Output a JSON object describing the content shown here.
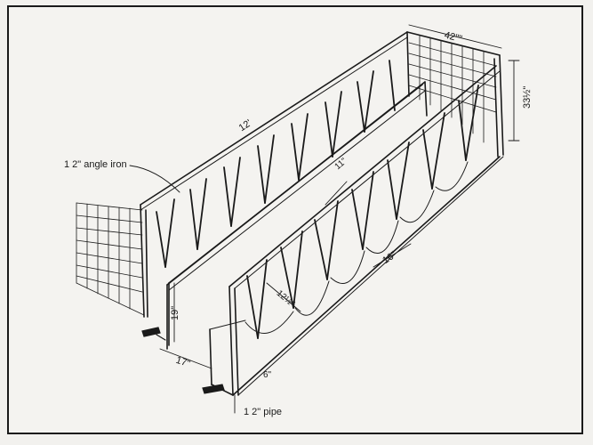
{
  "labels": {
    "length": "12'",
    "width": "42\"\"",
    "height_end": "33½\"",
    "height_side": "19\"",
    "opening": "11\"",
    "spacing": "16\"",
    "slot": "12½\"",
    "bottom_width": "17\"",
    "small": "6\"",
    "angle_iron": "1 2\" angle iron",
    "pipe": "1 2\" pipe"
  },
  "caption": ""
}
